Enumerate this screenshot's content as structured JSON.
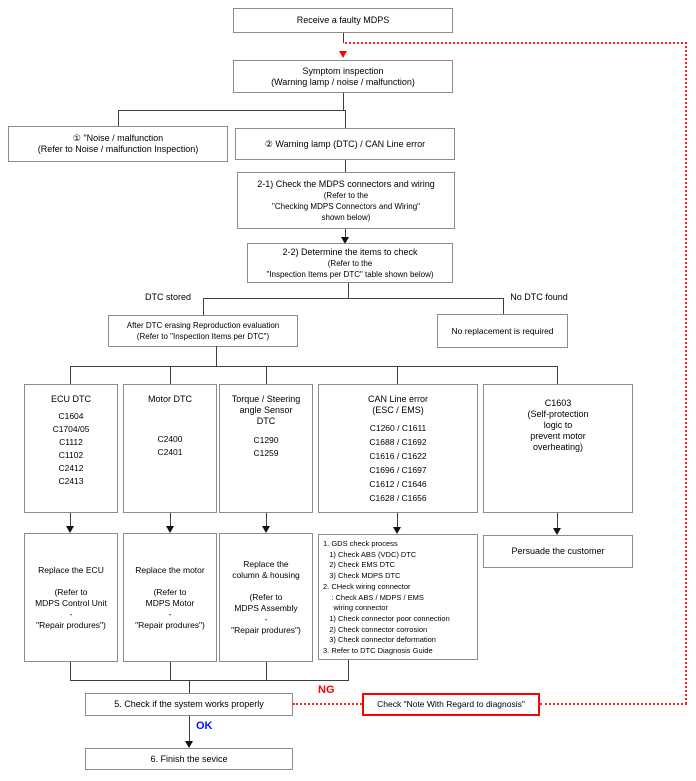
{
  "nodes": {
    "receive": {
      "label": "Receive a faulty MDPS"
    },
    "symptom": {
      "lines": [
        "Symptom inspection",
        "(Warning lamp / noise / malfunction)"
      ]
    },
    "noise": {
      "lines": [
        "① \"Noise / malfunction",
        "(Refer to Noise / malfunction Inspection)"
      ]
    },
    "warning": {
      "label": "② Warning lamp (DTC) / CAN Line error"
    },
    "check_connectors": {
      "lines": [
        "2-1) Check the MDPS connectors and wiring",
        "(Refer to the",
        "\"Checking  MDPS Connectors and Wiring\"",
        "shown below)"
      ]
    },
    "determine": {
      "lines": [
        "2-2) Determine the items to check",
        "(Refer to the",
        "\"Inspection Items per DTC\" table shown below)"
      ]
    },
    "branch_labels": {
      "dtc_stored": "DTC stored",
      "no_dtc_found": "No DTC found"
    },
    "after_erasing": {
      "lines": [
        "After DTC erasing Reproduction evaluation",
        "(Refer to \"Inspection Items per DTC\")"
      ]
    },
    "no_replacement": {
      "label": "No replacement is required"
    },
    "ecu_dtc": {
      "title_lines": [
        "ECU DTC"
      ],
      "codes": [
        "C1604",
        "C1704/05",
        "C1112",
        "C1102",
        "C2412",
        "C2413"
      ]
    },
    "motor_dtc": {
      "title_lines": [
        "Motor DTC"
      ],
      "codes": [
        "C2400",
        "C2401"
      ]
    },
    "torque_dtc": {
      "title_lines": [
        "Torque / Steering",
        "angle Sensor",
        "DTC"
      ],
      "codes": [
        "C1290",
        "C1259"
      ]
    },
    "can_error": {
      "title_lines": [
        "CAN Line error",
        "(ESC / EMS)"
      ],
      "codes": [
        "C1260 / C1611",
        "C1688 / C1692",
        "C1616 / C1622",
        "C1696 / C1697",
        "C1612 / C1646",
        "C1628 / C1656"
      ]
    },
    "c1603": {
      "lines": [
        "C1603",
        "(Self-protection",
        "logic to",
        "prevent motor",
        "overheating)"
      ]
    },
    "replace_ecu": {
      "lines": [
        "Replace the ECU",
        "",
        "(Refer to",
        "MDPS Control Unit",
        "-",
        "\"Repair produres\")"
      ]
    },
    "replace_motor": {
      "lines": [
        "Replace the motor",
        "",
        "(Refer to",
        "MDPS Motor",
        "-",
        "\"Repair produres\")"
      ]
    },
    "replace_column": {
      "lines": [
        "Replace the",
        "column & housing",
        "",
        "(Refer to",
        "MDPS Assembly",
        "-",
        "\"Repair produres\")"
      ]
    },
    "gds_check": {
      "lines": [
        "1. GDS check process",
        "   1) Check ABS (VDC) DTC",
        "   2) Check EMS DTC",
        "   3) Check MDPS DTC",
        "2. CHeck wiring connector",
        "    : Check ABS / MDPS / EMS",
        "     wiring connector",
        "   1) Check connector poor connection",
        "   2) Check connector corrosion",
        "   3) Check connector deformation",
        "3. Refer to DTC Diagnosis Guide"
      ]
    },
    "persuade": {
      "label": "Persuade the customer"
    },
    "check_system": {
      "label": "5. Check if the system works properly"
    },
    "note": {
      "label": "Check \"Note With Regard to diagnosis\""
    },
    "finish": {
      "label": "6. Finish the sevice"
    },
    "edge_labels": {
      "ng": "NG",
      "ok": "OK"
    }
  },
  "colors": {
    "line": "#3e3e3e",
    "box_border": "#8c8c8c",
    "alert_red": "#ff0000",
    "ok_blue": "#0014ff"
  }
}
